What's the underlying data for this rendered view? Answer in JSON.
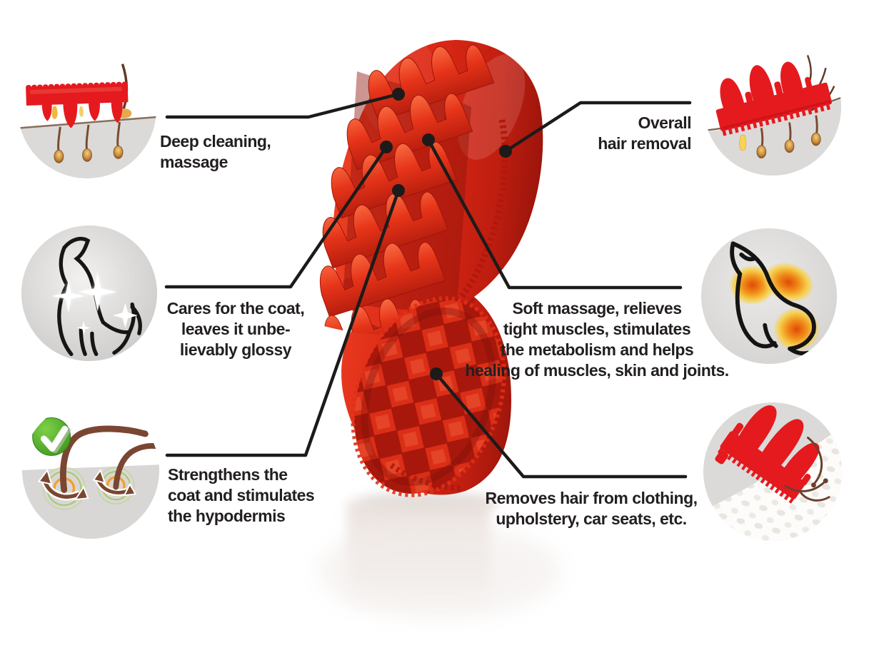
{
  "infographic": {
    "subject": "red rubber grooming brush with six feature callouts",
    "background": "#ffffff"
  },
  "callouts": [
    {
      "id": "deep-cleaning",
      "side": "left",
      "lines": [
        "Deep cleaning,",
        "massage"
      ]
    },
    {
      "id": "coat-care",
      "side": "left",
      "lines": [
        "Cares for the coat,",
        "leaves it unbe-",
        "lievably glossy"
      ]
    },
    {
      "id": "coat-strengthening",
      "side": "left",
      "lines": [
        "Strengthens the",
        "coat and stimulates",
        "the hypodermis"
      ]
    },
    {
      "id": "overall-hair-removal",
      "side": "right",
      "lines": [
        "Overall",
        "hair removal"
      ]
    },
    {
      "id": "soft-massage",
      "side": "right",
      "lines": [
        "Soft massage, relieves",
        "tight muscles, stimulates",
        "the metabolism and helps",
        "healing of muscles, skin and joints."
      ]
    },
    {
      "id": "removes-hair",
      "side": "right",
      "lines": [
        "Removes hair from clothing,",
        "upholstery, car seats, etc."
      ]
    }
  ],
  "icons": [
    "deep-cleaning-massage-icon",
    "glossy-coat-icon",
    "strengthens-hypodermis-icon",
    "overall-hair-removal-icon",
    "soft-massage-heat-icon",
    "removes-hair-upholstery-icon"
  ],
  "colors": {
    "text": "#231f20",
    "connector_line": "#1d1b1a",
    "brush_red_bright": "#f0482a",
    "brush_red": "#dd2815",
    "brush_red_dark": "#a8170c",
    "icon_red": "#e41a1f",
    "circle_gray": "#dcdad8",
    "check_green": "#4aa823",
    "hair_brown": "#7a4a32",
    "follicle_tan": "#e9b34c",
    "heat_orange": "#f08c18"
  }
}
